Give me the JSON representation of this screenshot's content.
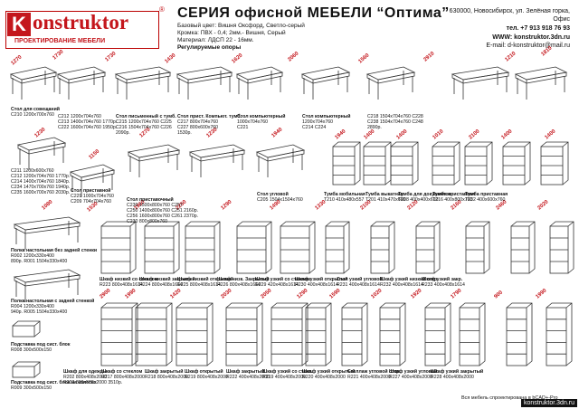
{
  "header": {
    "logo_letter": "K",
    "logo_name": "onstruktor",
    "logo_sub": "ПРОЕКТИРОВАНИЕ МЕБЕЛИ",
    "reg_mark": "®",
    "series_title": "СЕРИЯ офисной МЕБЕЛИ “Оптима”",
    "spec_lines": [
      "Базовый цвет: Вишня Оксфорд, Светло-серый",
      "Кромка: ПВХ - 0,4; 2мм.- Вишня, Серый",
      "Материал: ЛДСП 22 - 16мм.",
      "Регулируемые опоры"
    ],
    "address_lines": [
      "630000, Новосибирск, ул. Зелёная горка,",
      "Офис"
    ],
    "phone": "тел. +7 913 918 76 93",
    "www": "WWW: konstruktor.3dn.ru",
    "email": "E-mail: d-konstruktor@mail.ru"
  },
  "items": [
    {
      "title": "Стол для совещаний",
      "codes": [
        "C210 1200х700х760"
      ]
    },
    {
      "title": "",
      "codes": [
        "C212 1200х704х760",
        "C213 1400х704х760 1770р.",
        "C222 1600х704х760 1950р."
      ]
    },
    {
      "title": "Стол письменный с тумб.",
      "codes": [
        "C215 1200х704х760  C225",
        "C216 1504х704х760  C226",
        "2090р."
      ]
    },
    {
      "title": "Стол прист. Компьют. тумб.",
      "codes": [
        "C217 800х704х760",
        "C227 800х600х760",
        "1530р."
      ]
    },
    {
      "title": "Стол компьютерный",
      "codes": [
        "1000х704х760",
        "C221"
      ]
    },
    {
      "title": "Стол компьютерный",
      "codes": [
        "1200х704х760",
        "C214  C224"
      ]
    },
    {
      "title": "",
      "codes": [
        "C218 1504х704х760  C228",
        "C238 1504х704х760  C248",
        "2890р."
      ]
    },
    {
      "title": "",
      "codes": [
        "C211 1200х600х760",
        "C212 1200х704х760 1770р.",
        "C214 1400х704х760 1840р.",
        "C234 1470х700х760 1940р.",
        "C235 1600х700х760 2030р."
      ]
    },
    {
      "title": "Стол приставной",
      "codes": [
        "C229 1000х704х760",
        "C209 704х704х760"
      ]
    },
    {
      "title": "Стол приставочный",
      "codes": [
        "C230 1500х800х760  C257",
        "C250 1400х800х760  C251 2160р.",
        "C256 1600х800х760  C261 2370р.",
        "C230 800х800х760"
      ]
    },
    {
      "title": "Стол угловой",
      "codes": [
        "C205 1504х1504х760"
      ]
    },
    {
      "title": "Тумба мобильная",
      "codes": [
        "T210 410х480х557"
      ]
    },
    {
      "title": "Тумба выкатная",
      "codes": [
        "T201 410х470х660"
      ]
    },
    {
      "title": "Тумба для документов",
      "codes": [
        "T208 400х400х610"
      ]
    },
    {
      "title": "Тумба приставная",
      "codes": [
        "T216 400х800х760"
      ]
    },
    {
      "title": "Тумба приставная",
      "codes": [
        "T232 400х600х760"
      ]
    },
    {
      "title": "Полка настольная без задней стенки",
      "codes": [
        "R002 1200х330х400",
        "890р. R001 1504х330х400"
      ]
    },
    {
      "title": "Полка настольная с задней стенкой",
      "codes": [
        "R004 1200х330х400",
        "940р. R005 1504х330х400"
      ]
    },
    {
      "title": "Шкаф низкий со стеклом",
      "codes": [
        "R223 800х408х1614"
      ]
    },
    {
      "title": "Шкаф низкий закрытый",
      "codes": [
        "R224 800х408х1614"
      ]
    },
    {
      "title": "Шкаф низкий открытый",
      "codes": [
        "R225 800х408х1614"
      ]
    },
    {
      "title": "Шкаф низк. Закрытый",
      "codes": [
        "R226 800х408х1614"
      ]
    },
    {
      "title": "Шкаф узкий со стеклом",
      "codes": [
        "R229 420х408х1614"
      ]
    },
    {
      "title": "Шкаф узкий открытый",
      "codes": [
        "R230 400х408х1614"
      ]
    },
    {
      "title": "Стол узкий угловой",
      "codes": [
        "R231 400х408х1614"
      ]
    },
    {
      "title": "Шкаф узкий низкий откр.",
      "codes": [
        "R232 400х408х1614"
      ]
    },
    {
      "title": "Шкаф узкий закр.",
      "codes": [
        "R233 400х408х1614"
      ]
    },
    {
      "title": "Подставка под сист. блок",
      "codes": [
        "R008 300х500х150"
      ]
    },
    {
      "title": "Подставка под сист. блок на колесах",
      "codes": [
        "R009 300х500х150"
      ]
    },
    {
      "title": "Шкаф для одежды",
      "codes": [
        "R202 800х408х2000",
        "R203 800х580х2000 3510р."
      ]
    },
    {
      "title": "Шкаф со стеклом",
      "codes": [
        "R217 800х408х2000"
      ]
    },
    {
      "title": "Шкаф закрытый",
      "codes": [
        "R218 800х408х2000"
      ]
    },
    {
      "title": "Шкаф открытый",
      "codes": [
        "R219 800х408х2000"
      ]
    },
    {
      "title": "Шкаф закрытый",
      "codes": [
        "R222 400х408х2000"
      ]
    },
    {
      "title": "Шкаф узкий со стекл.",
      "codes": [
        "R219 400х408х2000"
      ]
    },
    {
      "title": "Шкаф узкий открытый",
      "codes": [
        "R220 400х408х2000"
      ]
    },
    {
      "title": "Стеллаж угловой откр.",
      "codes": [
        "R221 400х408х2000"
      ]
    },
    {
      "title": "Шкаф узкий угловой",
      "codes": [
        "R227 400х408х2000"
      ]
    },
    {
      "title": "Шкаф узкий закрытый",
      "codes": [
        "R228 400х408х2000"
      ]
    }
  ],
  "dimensions": [
    "1270",
    "1730",
    "1730",
    "1430",
    "1620",
    "2060",
    "1560",
    "2910",
    "1210",
    "1810",
    "1230",
    "1150",
    "1270",
    "1230",
    "1940",
    "1940",
    "1400",
    "1400",
    "1010",
    "2100",
    "1400",
    "1400",
    "1080",
    "1530",
    "1960",
    "2250",
    "1290",
    "1490",
    "1330",
    "2100",
    "2120",
    "2160",
    "2460",
    "2020",
    "2900",
    "1990",
    "1420",
    "2030",
    "2050",
    "1290",
    "1590",
    "1020",
    "1920",
    "1790",
    "900",
    "1990"
  ],
  "footer": {
    "note": "Вся мебель спроектирована в bCAD+-Pro",
    "watermark": "konstruktor.3dn.ru"
  }
}
